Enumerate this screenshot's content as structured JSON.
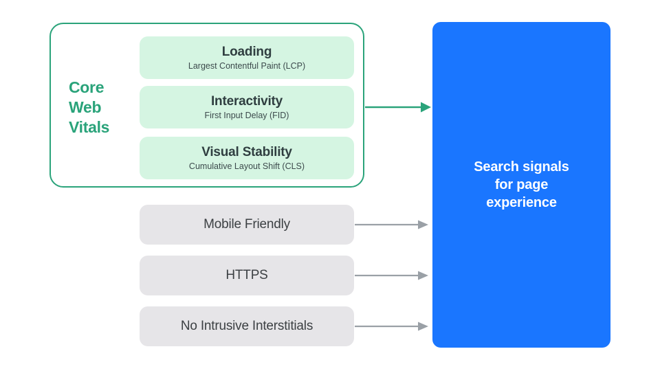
{
  "diagram": {
    "title": "Search signals for page experience",
    "colors": {
      "green_accent": "#2AA37A",
      "green_fill": "#D5F5E2",
      "gray_fill": "#E6E5E8",
      "blue_fill": "#1A76FF",
      "text_dark": "#3C4043",
      "arrow_gray": "#9AA0A6"
    }
  },
  "core_web_vitals": {
    "group_label": "Core Web Vitals",
    "group_label_lines": [
      "Core",
      "Web",
      "Vitals"
    ],
    "metrics": [
      {
        "title": "Loading",
        "subtitle": "Largest Contentful Paint (LCP)",
        "abbr": "LCP"
      },
      {
        "title": "Interactivity",
        "subtitle": "First Input Delay (FID)",
        "abbr": "FID"
      },
      {
        "title": "Visual Stability",
        "subtitle": "Cumulative Layout Shift (CLS)",
        "abbr": "CLS"
      }
    ]
  },
  "other_signals": [
    {
      "label": "Mobile Friendly"
    },
    {
      "label": "HTTPS"
    },
    {
      "label": "No Intrusive Interstitials"
    }
  ],
  "destination": {
    "text": "Search signals for page experience",
    "lines": [
      "Search signals",
      "for page",
      "experience"
    ]
  },
  "arrows": [
    {
      "name": "core-web-vitals-arrow",
      "color": "#2AA37A",
      "from": "core-web-vitals-group",
      "to": "search-signals-panel"
    },
    {
      "name": "mobile-friendly-arrow",
      "color": "#9AA0A6",
      "from": "signal-mobile-friendly",
      "to": "search-signals-panel"
    },
    {
      "name": "https-arrow",
      "color": "#9AA0A6",
      "from": "signal-https",
      "to": "search-signals-panel"
    },
    {
      "name": "no-intrusive-interstitials-arrow",
      "color": "#9AA0A6",
      "from": "signal-no-intrusive-interstitials",
      "to": "search-signals-panel"
    }
  ]
}
